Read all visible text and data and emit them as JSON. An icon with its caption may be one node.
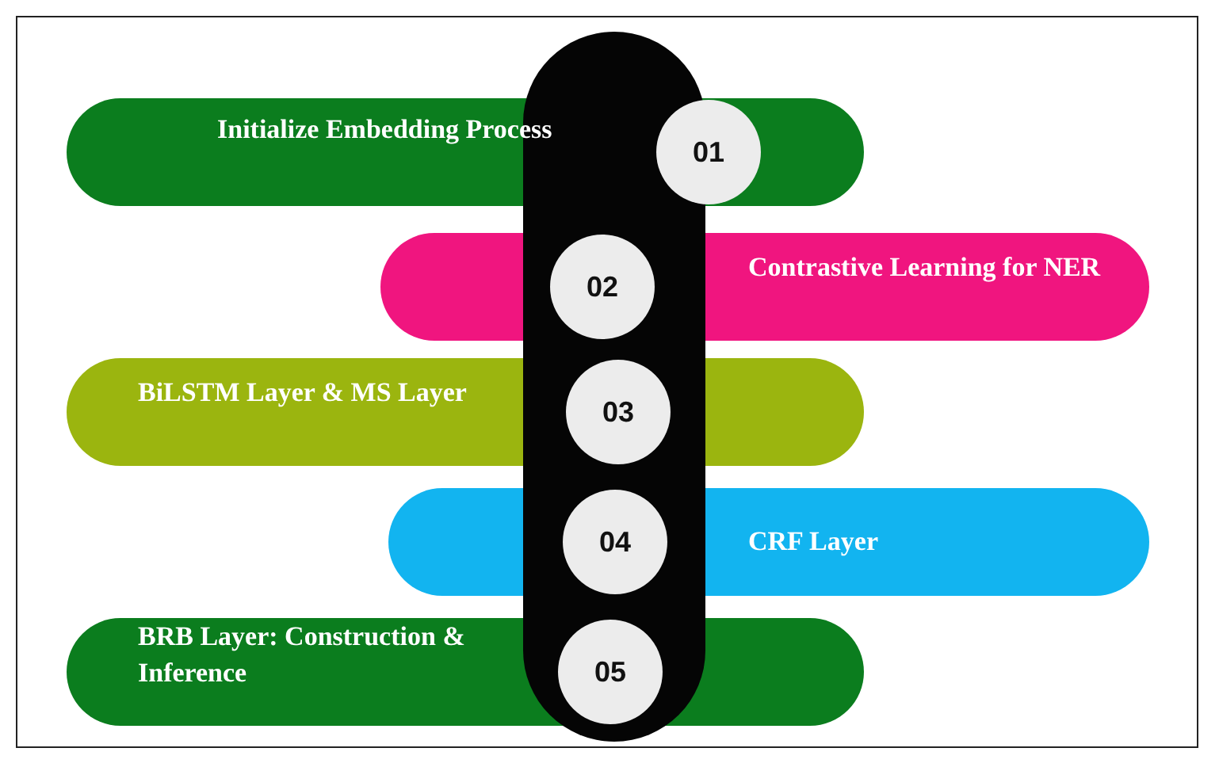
{
  "diagram": {
    "nodes": [
      {
        "text": [
          "Initialize Embedding Process"
        ]
      },
      {
        "text": [
          "01"
        ],
        "in": 0
      },
      {
        "text": [
          "Contrastive Learning for NER"
        ]
      },
      {
        "text": [
          "02"
        ],
        "in": 2
      },
      {
        "text": [
          "BiLSTM Layer & MS Layer"
        ]
      },
      {
        "text": [
          "03"
        ],
        "in": 4
      },
      {
        "text": [
          "CRF Layer"
        ]
      },
      {
        "text": [
          "04"
        ],
        "in": 6
      },
      {
        "text": [
          "BRB Layer: Construction & Inference"
        ]
      },
      {
        "text": [
          "05"
        ],
        "in": 8
      }
    ],
    "edges": []
  }
}
